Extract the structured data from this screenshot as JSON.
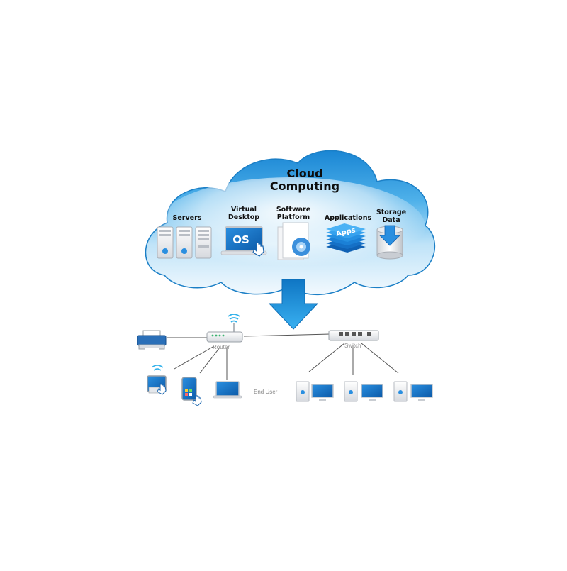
{
  "title_lines": [
    "Cloud",
    "Computing"
  ],
  "categories": [
    {
      "lines": [
        "Servers"
      ],
      "icon": "server-rack-icon"
    },
    {
      "lines": [
        "Virtual",
        "Desktop"
      ],
      "icon": "laptop-os-icon",
      "icon_text": "OS"
    },
    {
      "lines": [
        "Software",
        "Platform"
      ],
      "icon": "software-disc-box-icon"
    },
    {
      "lines": [
        "Applications"
      ],
      "icon": "apps-stack-icon",
      "icon_text": "Apps"
    },
    {
      "lines": [
        "Storage",
        "Data"
      ],
      "icon": "database-storage-icon"
    }
  ],
  "network": {
    "router_label": "Router",
    "switch_label": "Switch",
    "end_user_label": "End User"
  },
  "colors": {
    "cloud_top": "#1f8fd8",
    "cloud_bottom": "#e6f4fc",
    "arrow": "#1c9be8",
    "line": "#555555"
  }
}
